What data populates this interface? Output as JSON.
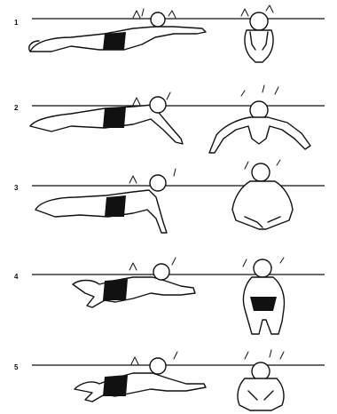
{
  "stages": [
    {
      "number": "1"
    },
    {
      "number": "2"
    },
    {
      "number": "3"
    },
    {
      "number": "4"
    },
    {
      "number": "5"
    }
  ]
}
